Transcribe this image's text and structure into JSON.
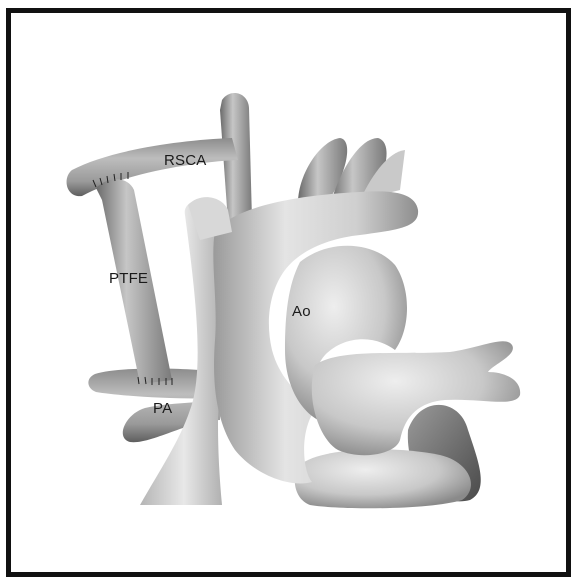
{
  "labels": {
    "rsca": "RSCA",
    "ptfe": "PTFE",
    "pa": "PA",
    "ao": "Ao"
  },
  "colors": {
    "frame_border": "#111111",
    "vessel_light": "#e6e6e6",
    "vessel_mid": "#a9a9a9",
    "vessel_dark": "#5e5e5e",
    "suture": "#222222"
  }
}
